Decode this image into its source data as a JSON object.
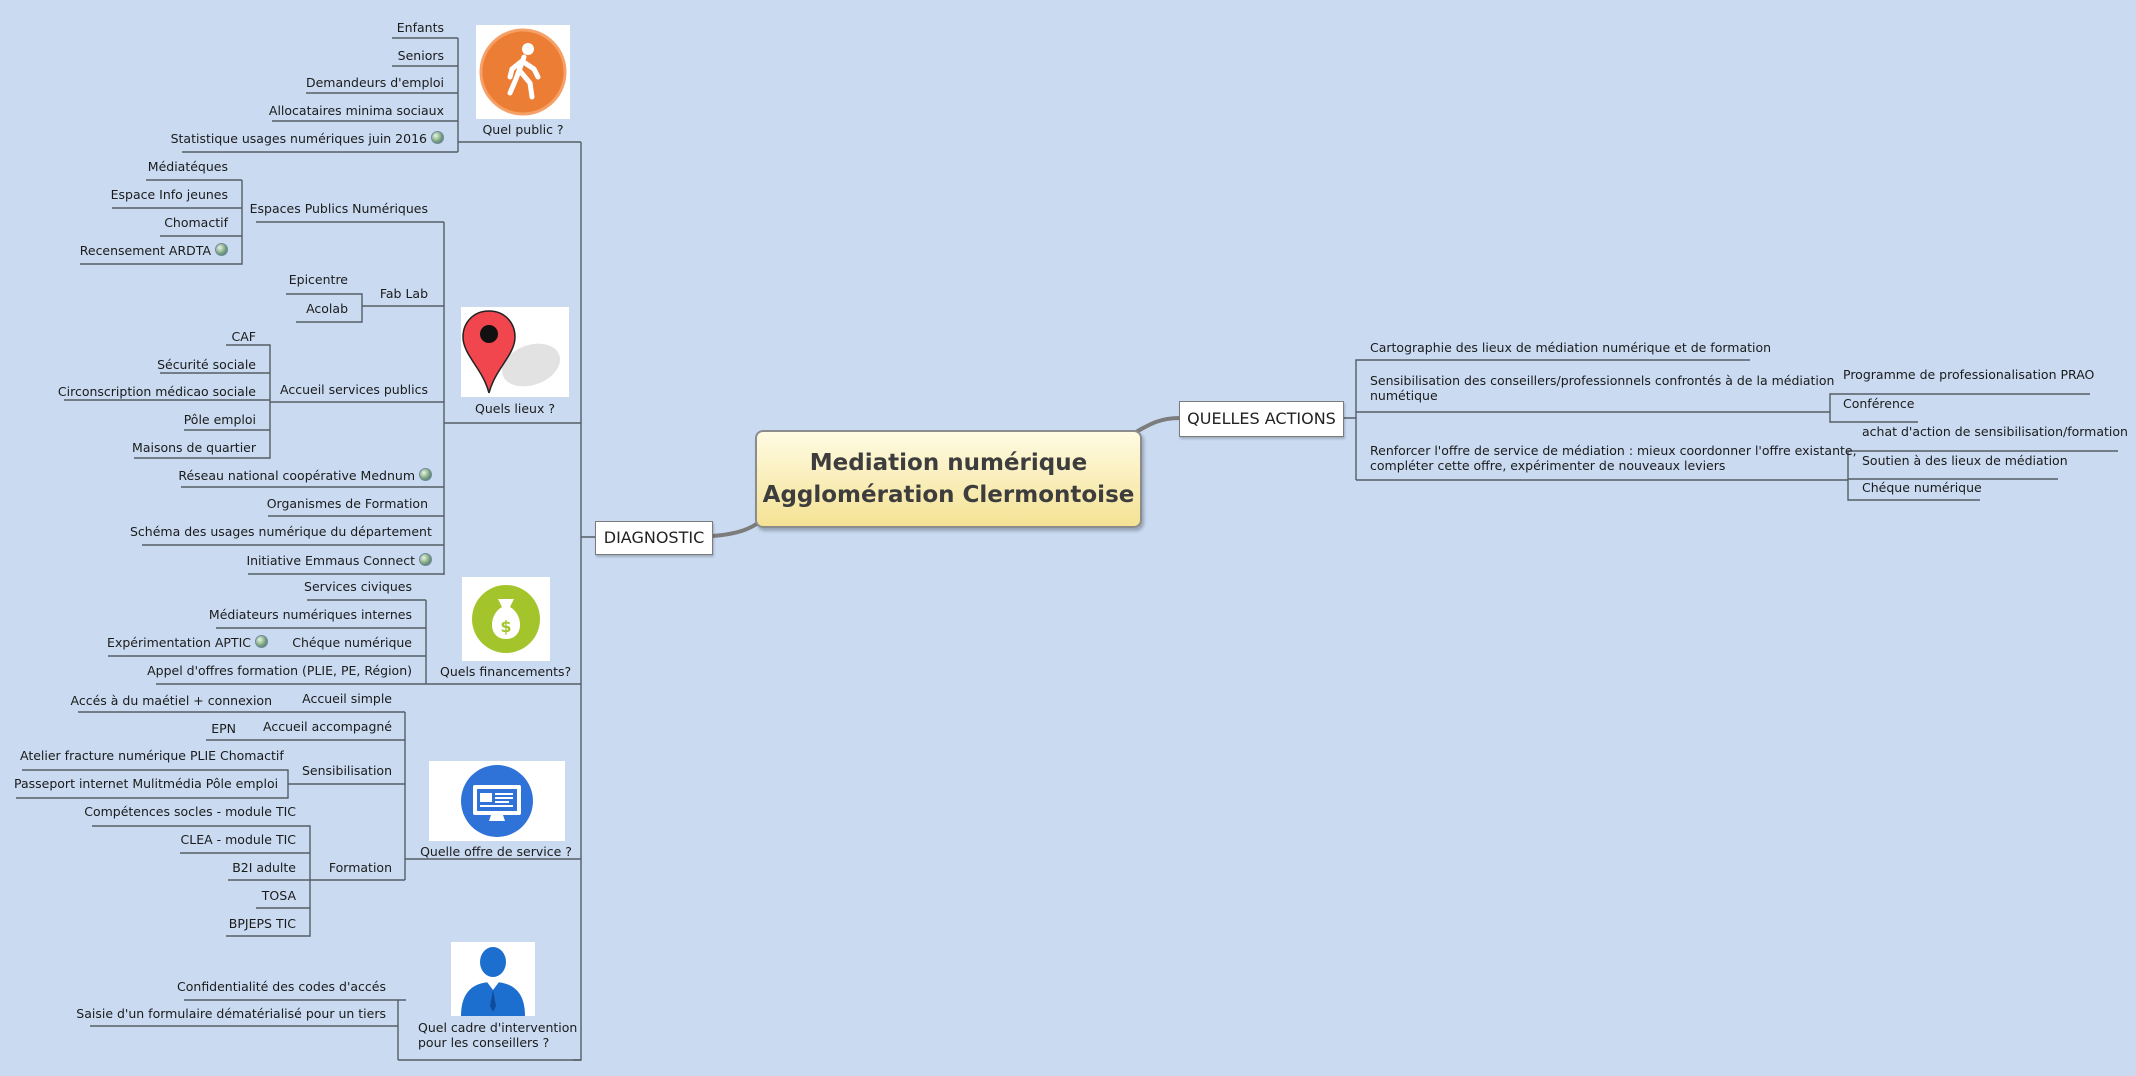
{
  "central": {
    "line1": "Mediation numérique",
    "line2": "Agglomération Clermontoise"
  },
  "diagnostic": {
    "label": "DIAGNOSTIC",
    "public": {
      "label": "Quel public ?",
      "icon": "pedestrian-icon",
      "items": [
        "Enfants",
        "Seniors",
        "Demandeurs d'emploi",
        "Allocataires minima sociaux",
        "Statistique usages numériques juin 2016"
      ]
    },
    "lieux": {
      "label": "Quels lieux ?",
      "icon": "map-pin-icon",
      "epn": {
        "label": "Espaces Publics Numériques",
        "items": [
          "Médiatéques",
          "Espace Info jeunes",
          "Chomactif",
          "Recensement ARDTA"
        ]
      },
      "fablab": {
        "label": "Fab Lab",
        "items": [
          "Epicentre",
          "Acolab"
        ]
      },
      "services": {
        "label": "Accueil services publics",
        "items": [
          "CAF",
          "Sécurité sociale",
          "Circonscription médicao sociale",
          "Pôle emploi",
          "Maisons de quartier"
        ]
      },
      "others": [
        "Réseau national coopérative Mednum",
        "Organismes de Formation",
        "Schéma des usages numérique du département",
        "Initiative Emmaus Connect"
      ]
    },
    "financements": {
      "label": "Quels financements?",
      "icon": "money-bag-icon",
      "items": [
        "Services civiques",
        "Médiateurs numériques internes",
        "Chéque numérique",
        "Appel d'offres formation (PLIE, PE, Région)"
      ],
      "cheque_child": "Expérimentation APTIC"
    },
    "offre": {
      "label": "Quelle offre de service ?",
      "icon": "computer-screen-icon",
      "accueil_simple": {
        "label": "Accueil simple",
        "child": "Accés à du maétiel + connexion"
      },
      "accueil_accompagne": {
        "label": "Accueil accompagné",
        "child": "EPN"
      },
      "sensibilisation": {
        "label": "Sensibilisation",
        "items": [
          "Atelier fracture numérique PLIE Chomactif",
          "Passeport internet Mulitmédia Pôle emploi"
        ]
      },
      "formation": {
        "label": "Formation",
        "items": [
          "Compétences socles - module TIC",
          "CLEA - module TIC",
          "B2I adulte",
          "TOSA",
          "BPJEPS TIC"
        ]
      }
    },
    "cadre": {
      "label_line1": "Quel cadre d'intervention",
      "label_line2": "pour les conseillers ?",
      "icon": "advisor-person-icon",
      "items": [
        "Confidentialité des codes d'accés",
        "Saisie d'un formulaire dématérialisé pour un tiers"
      ]
    }
  },
  "actions": {
    "label": "QUELLES ACTIONS",
    "cartographie": "Cartographie des lieux de médiation numérique et de formation",
    "sensibilisation": {
      "line1": "Sensibilisation des conseillers/professionnels confrontés à de la médiation",
      "line2": "numétique",
      "items": [
        "Programme de professionalisation PRAO",
        "Conférence"
      ]
    },
    "renforcer": {
      "line1": "Renforcer l'offre de service de médiation : mieux coordonner l'offre existante,",
      "line2": "compléter cette offre, expérimenter de nouveaux leviers",
      "items": [
        "achat d'action de sensibilisation/formation",
        "Soutien à des lieux de médiation",
        "Chéque numérique"
      ]
    }
  },
  "colors": {
    "background": "#c9daf1",
    "branch": "#555e66",
    "central_fill": "#f4e294"
  }
}
